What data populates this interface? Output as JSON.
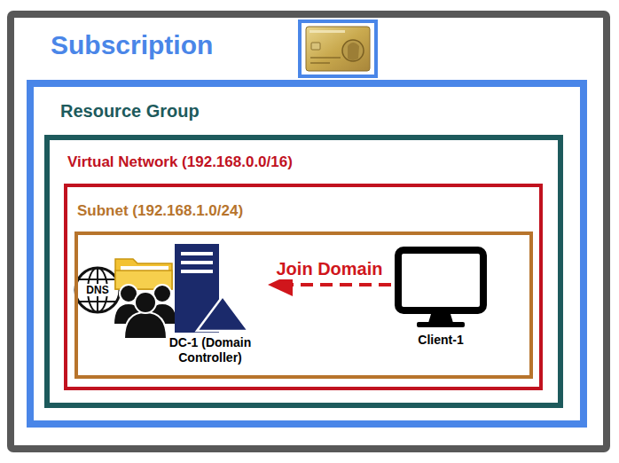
{
  "diagram": {
    "nodes": [
      {
        "text": [
          "Subscription"
        ]
      },
      {
        "text": [
          "Resource Group"
        ],
        "in": 0
      },
      {
        "text": [
          "Virtual Network (192.168.0.0/16)"
        ],
        "in": 1
      },
      {
        "text": [
          "Subnet (192.168.1.0/24)"
        ],
        "in": 2
      },
      {
        "text": [
          "DC-1 (Domain Controller)"
        ],
        "in": 3
      },
      {
        "text": [
          "Client-1"
        ],
        "in": 3
      }
    ],
    "edges": [
      {
        "from": 5,
        "to": 4,
        "arrow": "to",
        "label": "Join Domain"
      }
    ],
    "labels": [
      "DNS"
    ]
  }
}
